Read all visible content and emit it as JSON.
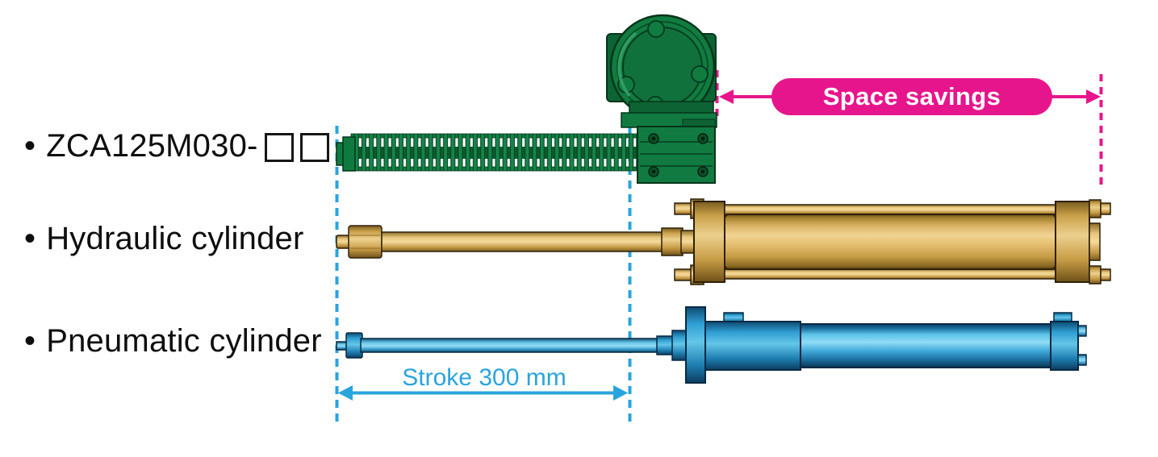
{
  "legend": {
    "items": [
      {
        "bullet": "•",
        "label": "ZCA125M030-",
        "placeholder_boxes": 2,
        "product": "electric-actuator"
      },
      {
        "bullet": "•",
        "label": "Hydraulic cylinder",
        "product": "hydraulic-cylinder"
      },
      {
        "bullet": "•",
        "label": "Pneumatic cylinder",
        "product": "pneumatic-cylinder"
      }
    ]
  },
  "annotations": {
    "space_savings": {
      "label": "Space savings",
      "color": "#E7158C",
      "text_color": "#FFFFFF"
    },
    "stroke": {
      "label": "Stroke 300 mm",
      "value_mm": 300,
      "color": "#29A4DD"
    }
  },
  "colors": {
    "electric_actuator_green": "#107C40",
    "hydraulic_cylinder_gold": "#D6A74E",
    "pneumatic_cylinder_blue": "#2EA7DE",
    "accent_magenta": "#E7158C",
    "accent_blue": "#29A4DD",
    "background": "#FFFFFF"
  }
}
